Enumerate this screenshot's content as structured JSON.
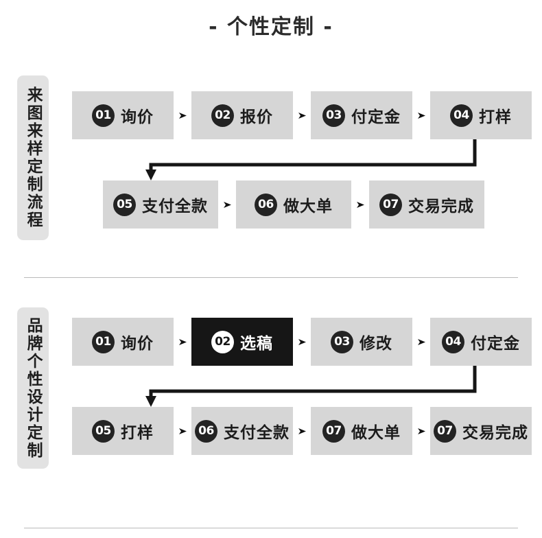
{
  "page": {
    "title": "- 个性定制 -",
    "accent_dark": "#232323",
    "box_bg": "#d6d6d6",
    "active_bg": "#161616",
    "side_bg": "#e2e2e2",
    "divider_color": "#b9b9b9"
  },
  "sections": [
    {
      "side_label": "来图来样定制流程",
      "rows": [
        {
          "steps": [
            {
              "num": "01",
              "label": "询价",
              "active": false
            },
            {
              "num": "02",
              "label": "报价",
              "active": false
            },
            {
              "num": "03",
              "label": "付定金",
              "active": false
            },
            {
              "num": "04",
              "label": "打样",
              "active": false
            }
          ]
        },
        {
          "steps": [
            {
              "num": "05",
              "label": "支付全款",
              "active": false
            },
            {
              "num": "06",
              "label": "做大单",
              "active": false
            },
            {
              "num": "07",
              "label": "交易完成",
              "active": false
            }
          ]
        }
      ]
    },
    {
      "side_label": "品牌个性设计定制",
      "rows": [
        {
          "steps": [
            {
              "num": "01",
              "label": "询价",
              "active": false
            },
            {
              "num": "02",
              "label": "选稿",
              "active": true
            },
            {
              "num": "03",
              "label": "修改",
              "active": false
            },
            {
              "num": "04",
              "label": "付定金",
              "active": false
            }
          ]
        },
        {
          "steps": [
            {
              "num": "05",
              "label": "打样",
              "active": false
            },
            {
              "num": "06",
              "label": "支付全款",
              "active": false
            },
            {
              "num": "07",
              "label": "做大单",
              "active": false
            },
            {
              "num": "07",
              "label": "交易完成",
              "active": false
            }
          ]
        }
      ]
    }
  ],
  "separator_icon": "triangle-right-icon",
  "connector_icon": "elbow-arrow-icon"
}
